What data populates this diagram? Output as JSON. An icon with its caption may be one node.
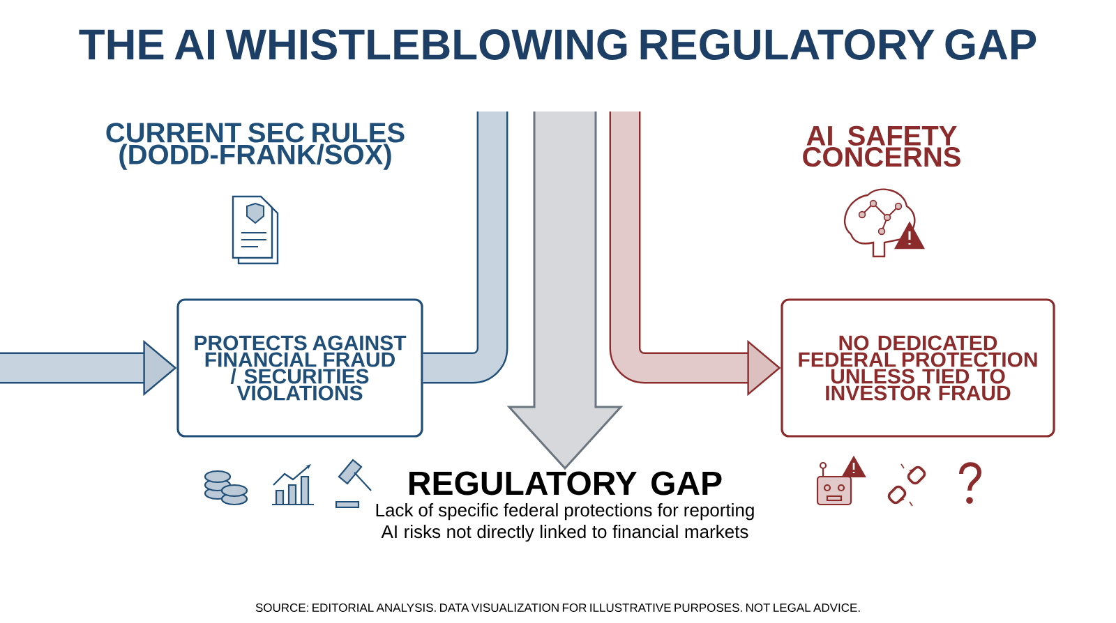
{
  "diagram": {
    "title": "THE AI WHISTLEBLOWING REGULATORY GAP",
    "caption": "SOURCE: EDITORIAL ANALYSIS. DATA VISUALIZATION FOR ILLUSTRATIVE PURPOSES. NOT LEGAL ADVICE.",
    "nodes": [
      {
        "text": [
          "PROTECTS AGAINST FINANCIAL FRAUD / SECURITIES VIOLATIONS"
        ]
      },
      {
        "text": [
          "NO DEDICATED FEDERAL PROTECTION UNLESS TIED TO INVESTOR FRAUD"
        ]
      },
      {
        "text": [
          "REGULATORY GAP",
          "Lack of specific federal protections for reporting AI risks not directly linked to financial markets"
        ]
      }
    ],
    "edges": [
      {
        "from": null,
        "to": 0,
        "arrow": "to"
      },
      {
        "from": 0,
        "to": null,
        "arrow": "none"
      },
      {
        "from": null,
        "to": 2,
        "arrow": "to",
        "style": "thick",
        "color": "#6b7580"
      },
      {
        "from": null,
        "to": 1,
        "arrow": "to",
        "color": "#8b2b2b"
      }
    ],
    "labels": [
      "CURRENT SEC RULES (DODD-FRANK/SOX)",
      "AI SAFETY CONCERNS"
    ]
  }
}
